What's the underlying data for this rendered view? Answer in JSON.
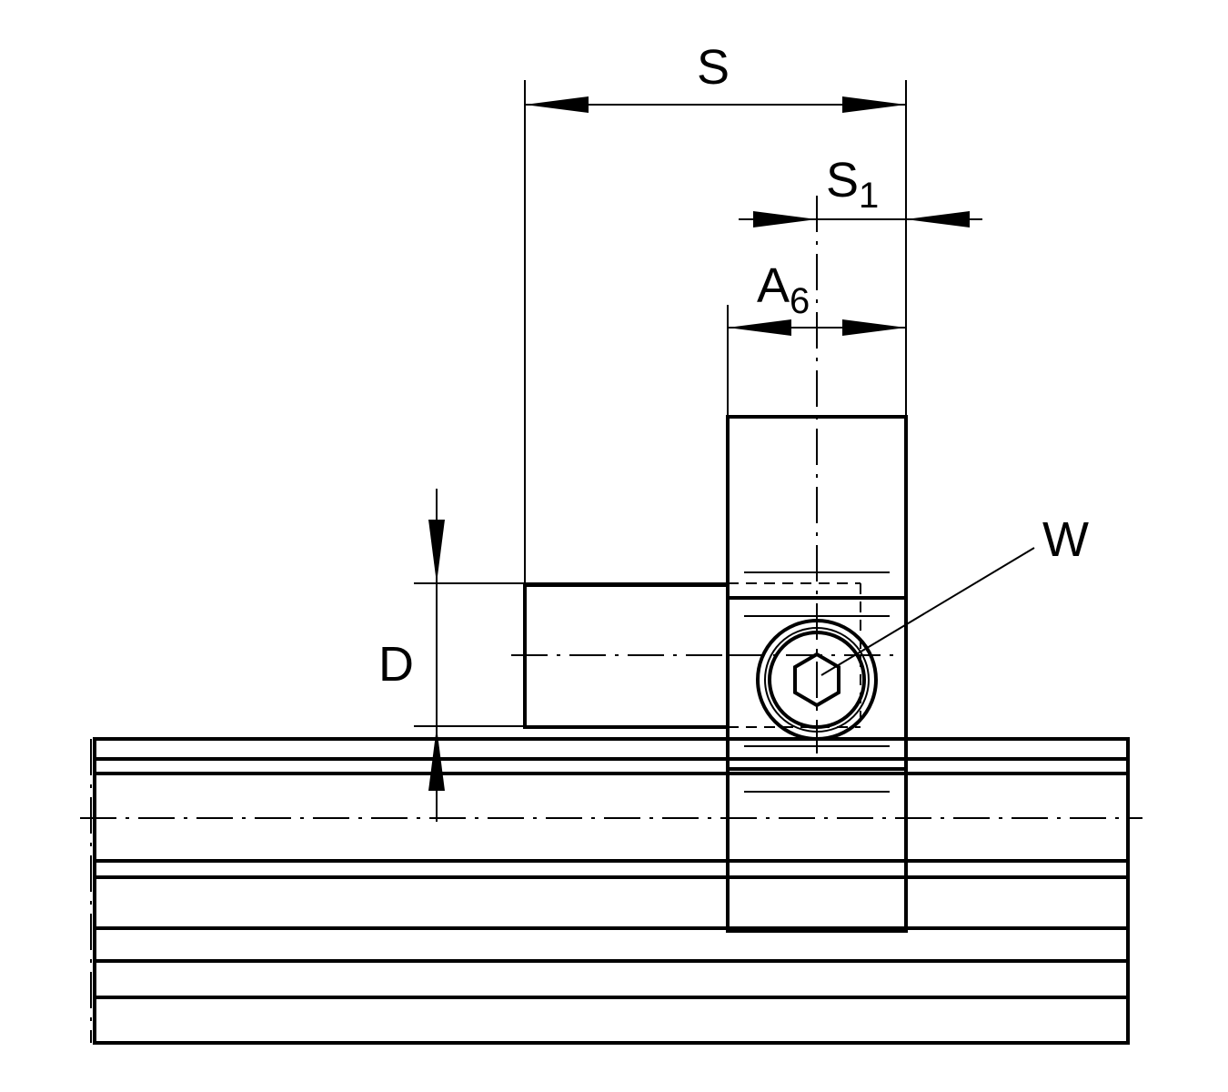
{
  "labels": {
    "s": "S",
    "s1_main": "S",
    "s1_sub": "1",
    "a6_main": "A",
    "a6_sub": "6",
    "w": "W",
    "d": "D"
  },
  "colors": {
    "line": "#000000",
    "background": "#ffffff"
  }
}
